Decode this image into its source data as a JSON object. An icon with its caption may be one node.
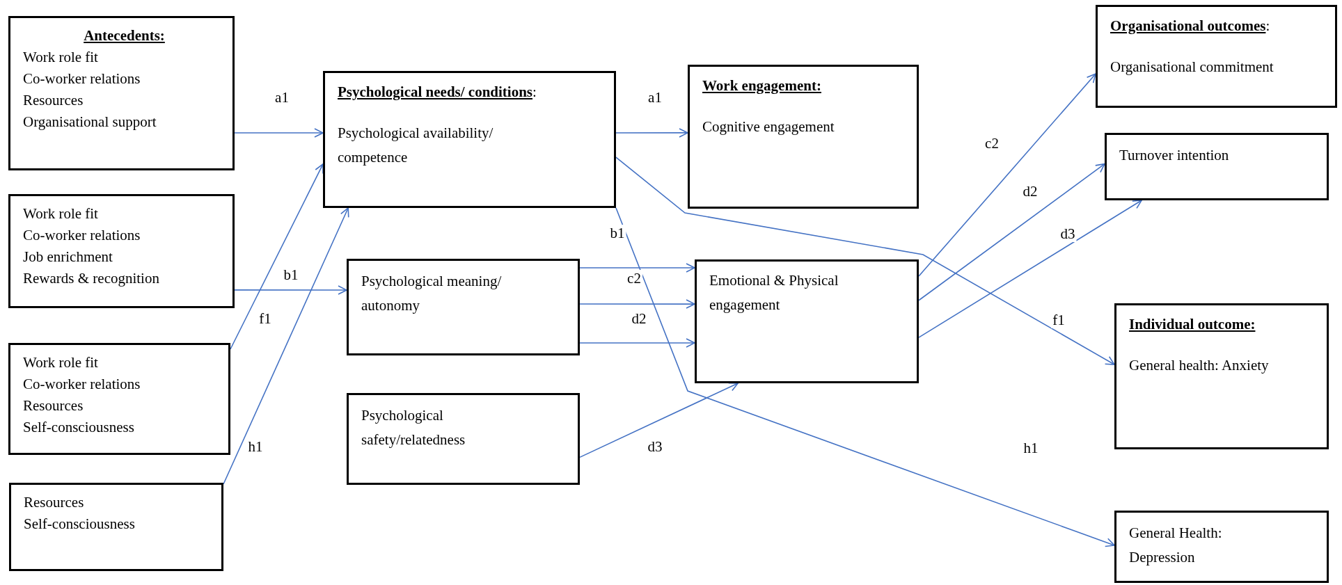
{
  "diagram": {
    "nodes": [
      {
        "text": [
          "Antecedents:",
          "Work role fit",
          "Co-worker relations",
          "Resources",
          "Organisational support"
        ]
      },
      {
        "text": [
          "Work role fit",
          "Co-worker relations",
          "Job enrichment",
          "Rewards & recognition"
        ]
      },
      {
        "text": [
          "Work role fit",
          "Co-worker relations",
          "Resources",
          "Self-consciousness"
        ]
      },
      {
        "text": [
          "Resources",
          "Self-consciousness"
        ]
      },
      {
        "text": [
          "**Psychological needs/ conditions**:",
          "Psychological availability/ competence"
        ]
      },
      {
        "text": [
          "Psychological meaning/ autonomy"
        ]
      },
      {
        "text": [
          "Psychological safety/relatedness"
        ]
      },
      {
        "text": [
          "Work engagement:",
          "Cognitive engagement"
        ]
      },
      {
        "text": [
          "Emotional & Physical engagement"
        ]
      },
      {
        "text": [
          "**Organisational outcomes**:",
          "Organisational commitment"
        ]
      },
      {
        "text": [
          "Turnover intention"
        ]
      },
      {
        "text": [
          "Individual outcome:",
          "General health: Anxiety"
        ]
      },
      {
        "text": [
          "General Health: Depression"
        ]
      }
    ],
    "edges": [
      {
        "from": 0,
        "to": 4,
        "arrow": "to",
        "label": "a1"
      },
      {
        "from": 1,
        "to": 5,
        "arrow": "to",
        "label": "b1"
      },
      {
        "from": 2,
        "to": 4,
        "arrow": "to",
        "label": "f1"
      },
      {
        "from": 3,
        "to": 4,
        "arrow": "to",
        "label": "h1"
      },
      {
        "from": 4,
        "to": 7,
        "arrow": "to",
        "label": "a1"
      },
      {
        "from": 4,
        "to": 11,
        "arrow": "to",
        "label": "f1"
      },
      {
        "from": 4,
        "to": 12,
        "arrow": "to",
        "label": "h1"
      },
      {
        "from": 5,
        "to": 8,
        "arrow": "to",
        "label": "c2"
      },
      {
        "from": 5,
        "to": 8,
        "arrow": "to",
        "label": "d2"
      },
      {
        "from": 5,
        "to": 8,
        "arrow": "to"
      },
      {
        "from": 6,
        "to": 8,
        "arrow": "to",
        "label": "d3"
      },
      {
        "from": 8,
        "to": 9,
        "arrow": "to",
        "label": "c2"
      },
      {
        "from": 8,
        "to": 10,
        "arrow": "to",
        "label": "d2"
      },
      {
        "from": 8,
        "to": 10,
        "arrow": "to",
        "label": "d3"
      }
    ],
    "labels": [
      "b1"
    ]
  }
}
